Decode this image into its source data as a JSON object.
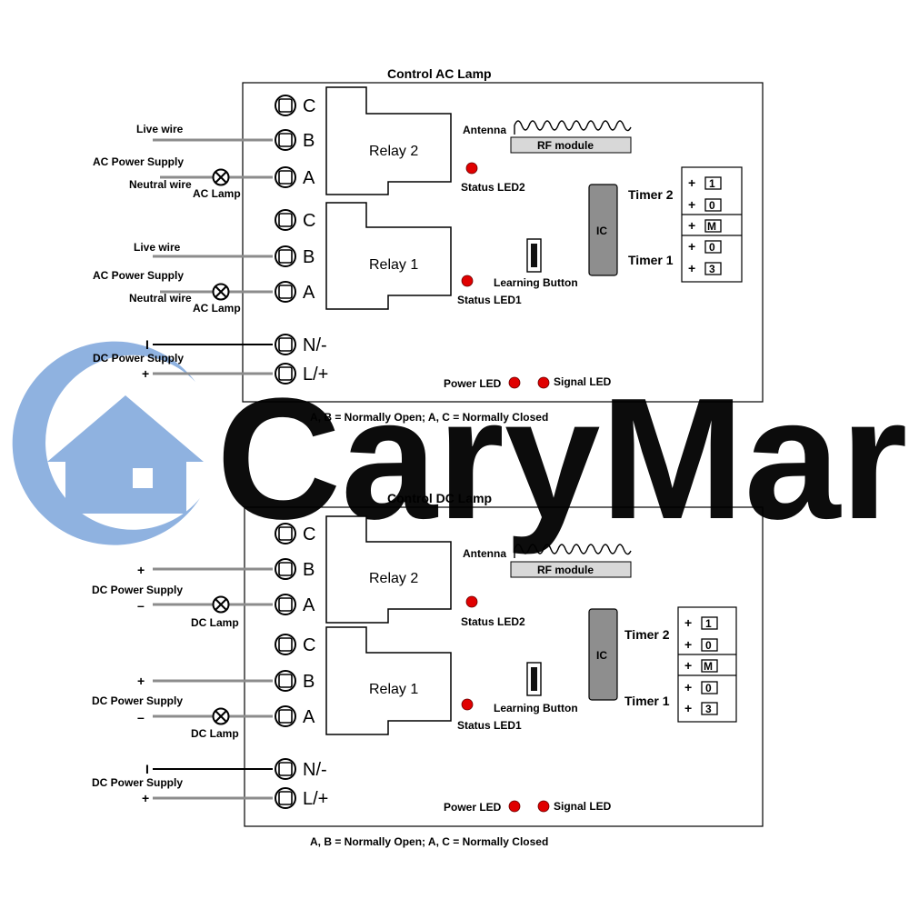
{
  "watermark": {
    "text": "CaryMart",
    "color": "#8aaedf"
  },
  "colors": {
    "led": "#e00000",
    "wire_gray": "#8c8c8c",
    "chip": "#8e8e8e",
    "rf": "#d8d8d8"
  },
  "top": {
    "title": "Control AC Lamp",
    "terminals": [
      "C",
      "B",
      "A",
      "C",
      "B",
      "A",
      "N/-",
      "L/+"
    ],
    "relay2": "Relay 2",
    "relay1": "Relay 1",
    "antenna": "Antenna",
    "rf_module": "RF module",
    "ic": "IC",
    "status_led2": "Status LED2",
    "status_led1": "Status LED1",
    "learning_button": "Learning Button",
    "timer2": "Timer 2",
    "timer1": "Timer 1",
    "power_led": "Power LED",
    "signal_led": "Signal LED",
    "wires": {
      "live_wire_2": "Live wire",
      "ac_power_supply_2": "AC Power Supply",
      "neutral_wire_2": "Neutral wire",
      "ac_lamp_2": "AC Lamp",
      "live_wire_1": "Live wire",
      "ac_power_supply_1": "AC Power Supply",
      "neutral_wire_1": "Neutral wire",
      "ac_lamp_1": "AC Lamp",
      "dc_minus": "I",
      "dc_power_supply": "DC Power Supply",
      "dc_plus": "+"
    },
    "note": "A, B = Normally Open; A, C = Normally Closed"
  },
  "bottom": {
    "title": "Control DC Lamp",
    "terminals": [
      "C",
      "B",
      "A",
      "C",
      "B",
      "A",
      "N/-",
      "L/+"
    ],
    "relay2": "Relay 2",
    "relay1": "Relay 1",
    "antenna": "Antenna",
    "rf_module": "RF module",
    "ic": "IC",
    "status_led2": "Status LED2",
    "status_led1": "Status LED1",
    "learning_button": "Learning Button",
    "timer2": "Timer 2",
    "timer1": "Timer 1",
    "power_led": "Power LED",
    "signal_led": "Signal LED",
    "wires": {
      "plus_2": "+",
      "dc_power_supply_2": "DC Power Supply",
      "minus_2": "–",
      "dc_lamp_2": "DC Lamp",
      "plus_1": "+",
      "dc_power_supply_1": "DC Power Supply",
      "minus_1": "–",
      "dc_lamp_1": "DC Lamp",
      "dc_minus": "I",
      "dc_power_supply": "DC Power Supply",
      "dc_plus": "+"
    },
    "note": "A, B = Normally Open; A, C = Normally Closed"
  },
  "dip_switch": {
    "rows": [
      {
        "sign": "+",
        "digit": "1"
      },
      {
        "sign": "+",
        "digit": "0"
      },
      {
        "sign": "+",
        "digit": "M"
      },
      {
        "sign": "+",
        "digit": "0"
      },
      {
        "sign": "+",
        "digit": "3"
      }
    ]
  }
}
